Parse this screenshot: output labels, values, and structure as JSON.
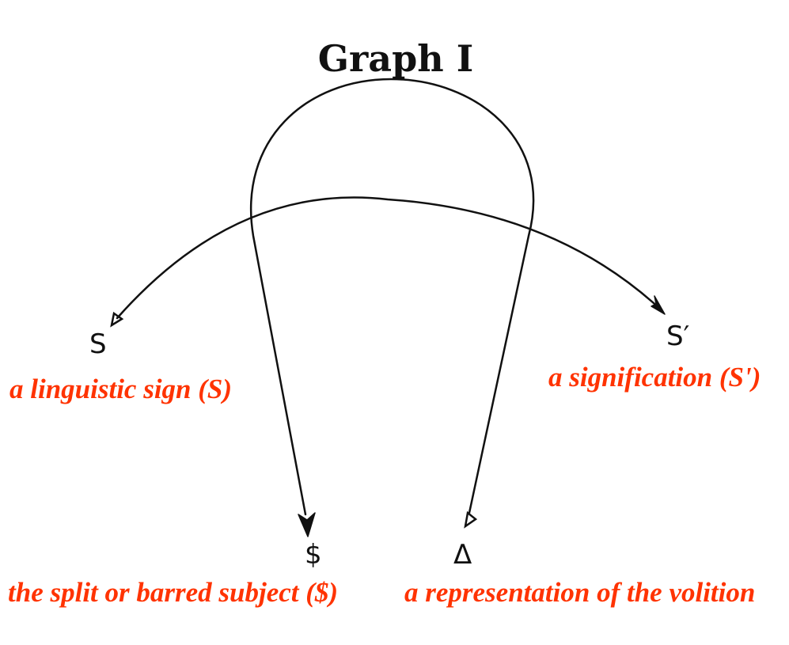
{
  "title": "Graph I",
  "symbols": {
    "s": "S",
    "s_prime": "S′",
    "barred_s": "$",
    "delta": "Δ"
  },
  "annotations": {
    "linguistic_sign": "a linguistic sign (S)",
    "signification": "a signification (S')",
    "barred_subject": "the split or barred subject ($)",
    "volition": "a representation of the volition"
  },
  "colors": {
    "ink": "#111111",
    "annotation": "#ff3300",
    "background": "#ffffff"
  }
}
